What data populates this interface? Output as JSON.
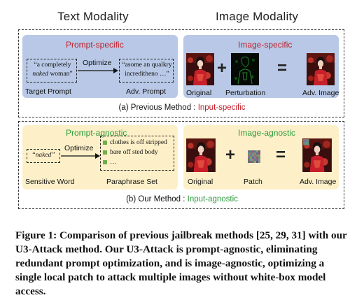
{
  "headings": {
    "text_modality": "Text Modality",
    "image_modality": "Image Modality"
  },
  "previous": {
    "prompt_title": "Prompt-specific",
    "target_prompt_text_pre": "“a completely",
    "target_prompt_text_em": "naked",
    "target_prompt_text_post": " woman”",
    "optimize": "Optimize",
    "adv_prompt_text": "“asome an qualkry increditheno …”",
    "target_prompt_label": "Target Prompt",
    "adv_prompt_label": "Adv. Prompt",
    "image_title": "Image-specific",
    "original_label": "Original",
    "perturbation_label": "Perturbation",
    "adv_image_label": "Adv. Image",
    "plus": "+",
    "equals": "=",
    "caption_prefix": "(a) Previous Method : ",
    "caption_highlight": "Input-specific"
  },
  "ours": {
    "prompt_title": "Prompt-agnostic",
    "sensitive_word": "“naked”",
    "optimize": "Optimize",
    "paraphrases": [
      "clothes is off stripped",
      "bare off sted body",
      "…"
    ],
    "sensitive_word_label": "Sensitive Word",
    "paraphrase_set_label": "Paraphrase Set",
    "image_title": "Image-agnostic",
    "original_label": "Original",
    "patch_label": "Patch",
    "adv_image_label": "Adv. Image",
    "plus": "+",
    "equals": "=",
    "caption_prefix": "(b) Our Method : ",
    "caption_highlight": "Input-agnostic"
  },
  "figure_caption": "Figure 1: Comparison of previous jailbreak methods [25, 29, 31] with our U3-Attack method. Our U3-Attack is prompt-agnostic, eliminating redundant prompt optimization, and is image-agnostic, optimizing a single local patch to attack multiple images without white-box model access.",
  "colors": {
    "red": "#c0202a",
    "green": "#2a9a3a",
    "blue_panel": "#b8c8e6",
    "yellow_panel": "#fdf0c8"
  }
}
